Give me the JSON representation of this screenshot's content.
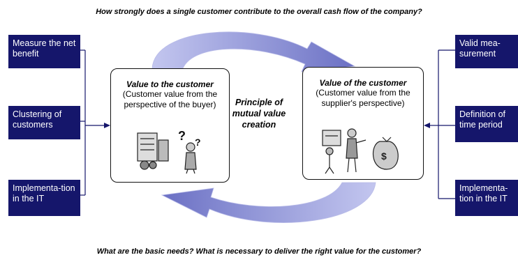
{
  "top_question": "How strongly does a single customer contribute to the overall cash flow of the company?",
  "bottom_question": "What are the basic needs? What is necessary to deliver the right value for the customer?",
  "left_boxes": [
    {
      "label": "Measure the net benefit"
    },
    {
      "label": "Clustering of customers"
    },
    {
      "label": "Implementa-tion in the IT"
    }
  ],
  "right_boxes": [
    {
      "label": "Valid mea-surement"
    },
    {
      "label": "Definition of time period"
    },
    {
      "label": "Implementa-tion in the IT"
    }
  ],
  "left_card": {
    "title": "Value to the customer",
    "subtitle": "(Customer value from the perspective of the buyer)"
  },
  "right_card": {
    "title": "Value of the customer",
    "subtitle": "(Customer value from the supplier's perspective)"
  },
  "center_label": "Principle of mutual value creation",
  "colors": {
    "box_fill": "#15166b",
    "arrow_fill": "#8f94d6",
    "connector": "#15166b"
  }
}
